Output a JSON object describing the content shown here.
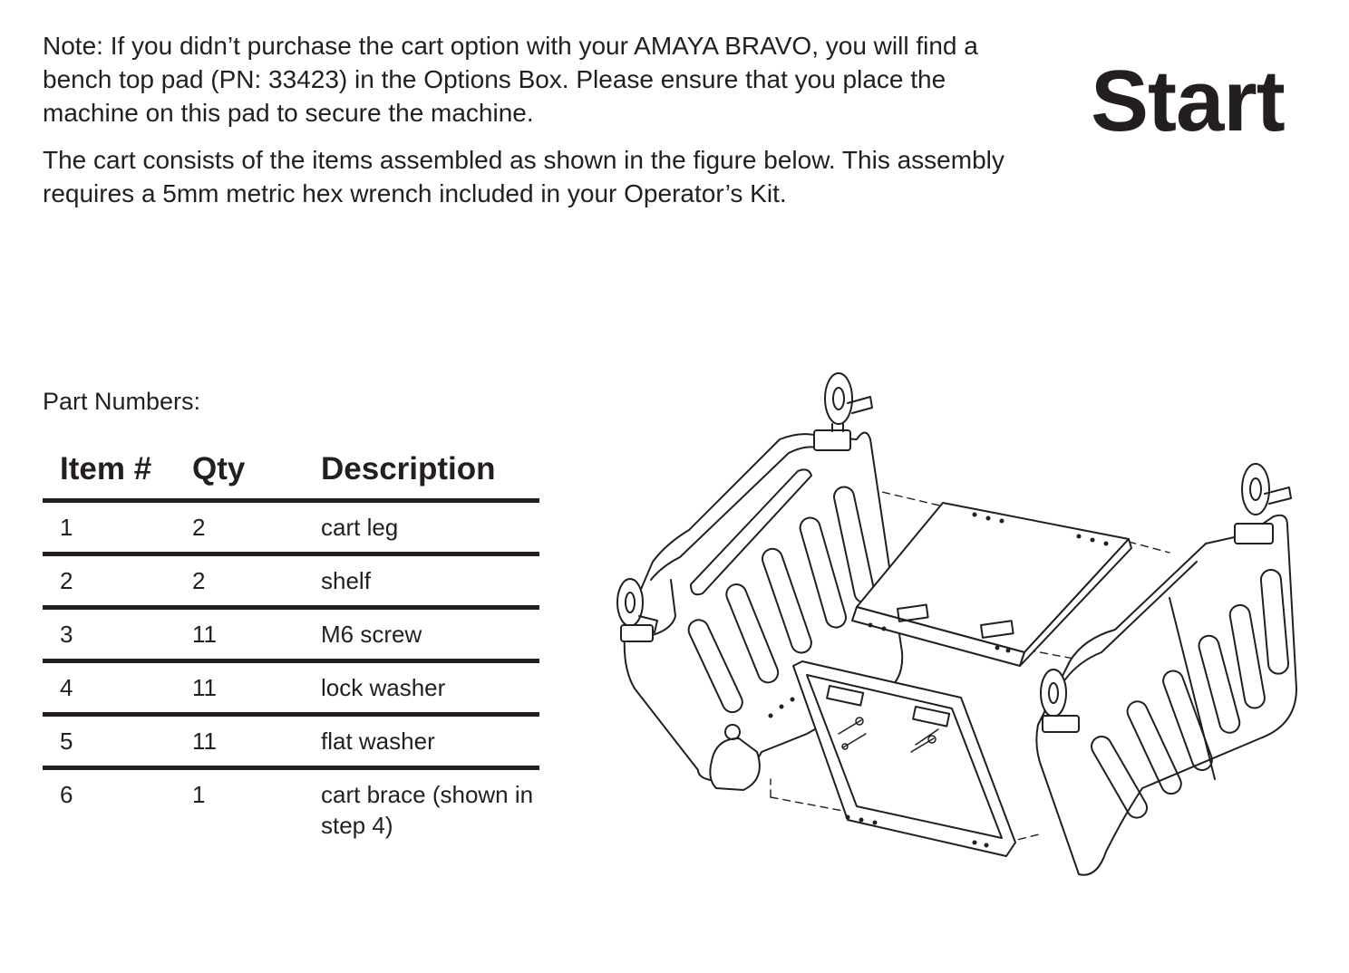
{
  "intro": {
    "note": "Note: If you didn’t purchase the cart option with your AMAYA BRAVO, you will find a bench top pad (PN: 33423) in the Options Box. Please ensure that you place the machine on this pad to secure the machine.",
    "cart_text": "The cart consists of the items assembled as shown in the figure below. This assembly requires a 5mm metric hex wrench included in your Operator’s Kit."
  },
  "title": "Start",
  "parts": {
    "label": "Part Numbers:",
    "headers": [
      "Item #",
      "Qty",
      "Description"
    ],
    "rows": [
      {
        "item": "1",
        "qty": "2",
        "desc": "cart leg"
      },
      {
        "item": "2",
        "qty": "2",
        "desc": "shelf"
      },
      {
        "item": "3",
        "qty": "11",
        "desc": "M6 screw"
      },
      {
        "item": "4",
        "qty": "11",
        "desc": "lock washer"
      },
      {
        "item": "5",
        "qty": "11",
        "desc": "flat washer"
      },
      {
        "item": "6",
        "qty": "1",
        "desc": "cart brace (shown in step 4)"
      }
    ]
  },
  "figure": {
    "icon": "cart-assembly-exploded-drawing",
    "stroke_color": "#231f20"
  }
}
